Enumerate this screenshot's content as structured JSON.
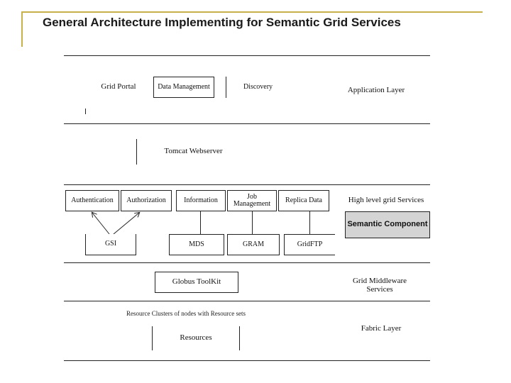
{
  "title": "General Architecture Implementing for Semantic Grid Services",
  "application_layer": {
    "grid_portal": "Grid Portal",
    "data_management": "Data Management",
    "discovery": "Discovery",
    "label": "Application Layer"
  },
  "webserver": {
    "label": "Tomcat Webserver"
  },
  "high_level": {
    "authentication": "Authentication",
    "authorization": "Authorization",
    "information": "Information",
    "job_management": "Job Management",
    "replica_data": "Replica Data",
    "label": "High level grid Services",
    "semantic_component": "Semantic Component"
  },
  "services": {
    "gsi": "GSI",
    "mds": "MDS",
    "gram": "GRAM",
    "gridftp": "GridFTP"
  },
  "middleware": {
    "globus": "Globus ToolKit",
    "label": "Grid Middleware Services"
  },
  "fabric": {
    "note": "Resource Clusters of nodes with Resource sets",
    "resources": "Resources",
    "label": "Fabric Layer"
  },
  "colors": {
    "frame": "#c8b14a",
    "semantic_fill": "#d4d4d4"
  }
}
